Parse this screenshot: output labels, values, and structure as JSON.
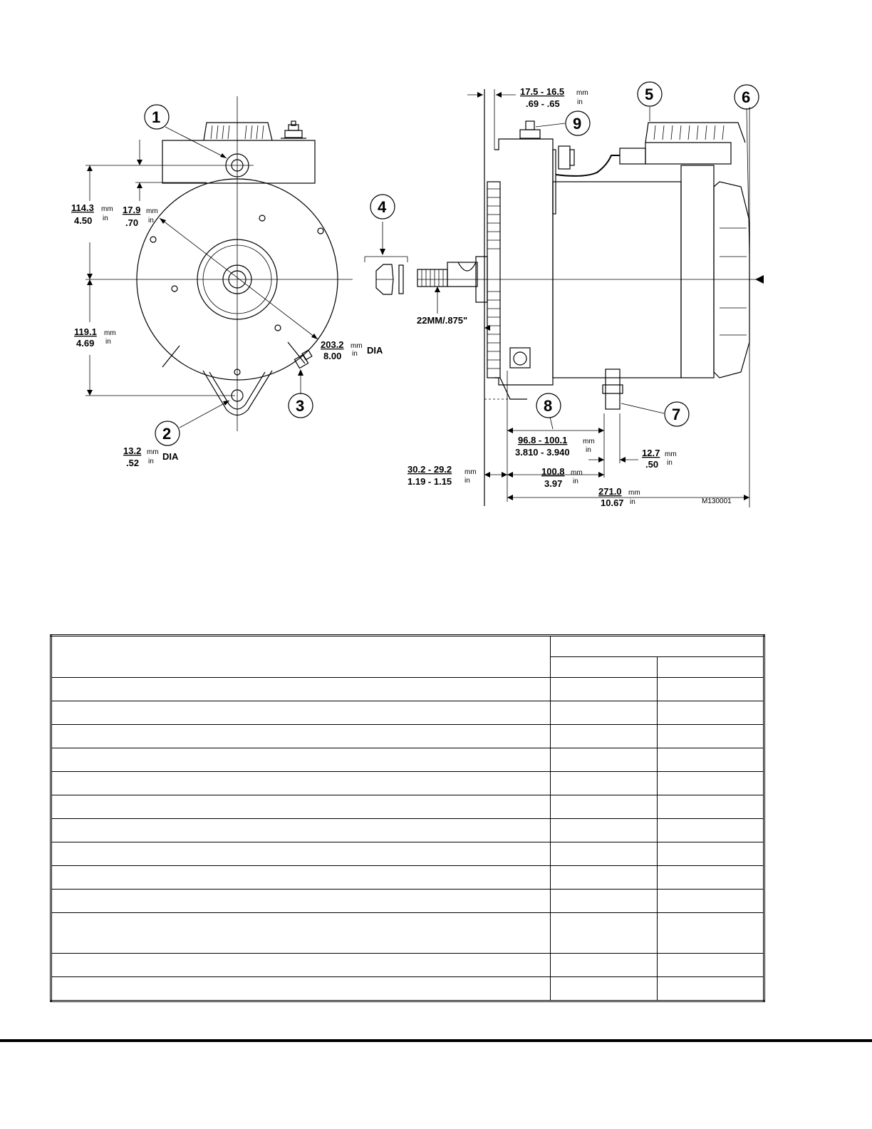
{
  "drawing_id": "M130001",
  "callouts": [
    "1",
    "2",
    "3",
    "4",
    "5",
    "6",
    "7",
    "8",
    "9"
  ],
  "front_view": {
    "dim_114": {
      "mm": "114.3",
      "in": "4.50"
    },
    "dim_17": {
      "mm": "17.9",
      "in": ".70"
    },
    "dim_119": {
      "mm": "119.1",
      "in": "4.69"
    },
    "dim_dia": {
      "mm": "203.2",
      "in": "8.00",
      "suffix": "DIA"
    },
    "dim_hole": {
      "mm": "13.2",
      "in": ".52",
      "suffix": "DIA"
    }
  },
  "shaft_label": "22MM/.875\"",
  "side_view": {
    "dim_top": {
      "mm": "17.5 - 16.5",
      "in": ".69 - .65"
    },
    "dim_96": {
      "mm": "96.8 - 100.1",
      "in": "3.810 - 3.940"
    },
    "dim_12": {
      "mm": "12.7",
      "in": ".50"
    },
    "dim_30": {
      "mm": "30.2 - 29.2",
      "in": "1.19 - 1.15"
    },
    "dim_100": {
      "mm": "100.8",
      "in": "3.97"
    },
    "dim_271": {
      "mm": "271.0",
      "in": "10.67"
    }
  },
  "units": {
    "mm": "mm",
    "in": "in"
  }
}
